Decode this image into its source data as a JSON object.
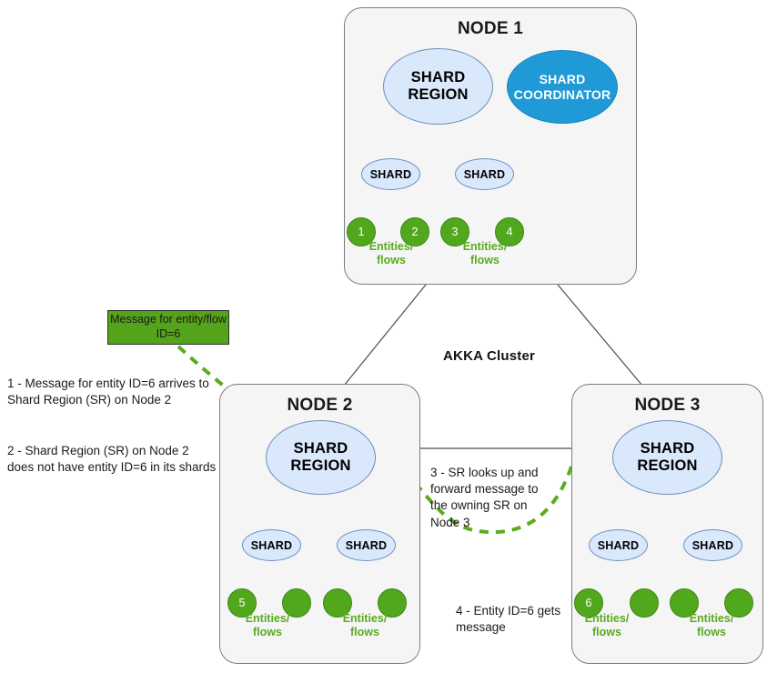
{
  "diagram": {
    "cluster_label": "AKKA Cluster",
    "colors": {
      "node_fill": "#f5f5f5",
      "node_stroke": "#7d7d7d",
      "shard_region_fill": "#dae8fc",
      "shard_region_stroke": "#6c8ebf",
      "coordinator_fill": "#1f9ad6",
      "entity_fill": "#51a81c",
      "entity_label": "#5aab1f",
      "message_flow": "#5aab1f",
      "message_box_fill": "#55a319"
    },
    "nodes": [
      {
        "title": "NODE 1",
        "shard_region": "SHARD REGION",
        "coordinator_line1": "SHARD",
        "coordinator_line2": "COORDINATOR",
        "shards": [
          "SHARD",
          "SHARD"
        ],
        "entities": [
          "1",
          "2",
          "3",
          "4"
        ],
        "entity_labels": [
          "Entities/\nflows",
          "Entities/\nflows"
        ]
      },
      {
        "title": "NODE 2",
        "shard_region": "SHARD REGION",
        "shards": [
          "SHARD",
          "SHARD"
        ],
        "entities": [
          "5",
          "",
          "",
          ""
        ],
        "entity_labels": [
          "Entities/\nflows",
          "Entities/\nflows"
        ]
      },
      {
        "title": "NODE 3",
        "shard_region": "SHARD REGION",
        "shards": [
          "SHARD",
          "SHARD"
        ],
        "entities": [
          "6",
          "",
          "",
          ""
        ],
        "entity_labels": [
          "Entities/\nflows",
          "Entities/\nflows"
        ]
      }
    ],
    "message_box": {
      "line1": "Message for entity/flow",
      "line2": "ID=6"
    },
    "annotations": [
      {
        "id": "step-1",
        "line1": "1 - Message for entity ID=6 arrives to",
        "line2": "Shard Region (SR) on Node 2"
      },
      {
        "id": "step-2",
        "line1": "2 - Shard Region (SR) on Node 2",
        "line2": "does not have entity ID=6 in its shards"
      },
      {
        "id": "step-3",
        "line1": "3 - SR looks up and",
        "line2": "forward message to",
        "line3": "the owning SR on",
        "line4": "Node 3"
      },
      {
        "id": "step-4",
        "line1": "4 - Entity ID=6 gets",
        "line2": "message"
      }
    ],
    "entity_label_text": {
      "top": "Entities/",
      "bottom": "flows"
    }
  }
}
